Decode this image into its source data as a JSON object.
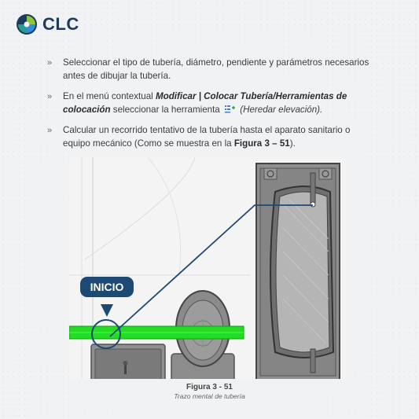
{
  "brand": {
    "name": "CLC",
    "colors": {
      "primary": "#1f3a5f",
      "accent_green": "#8cc63f",
      "accent_blue": "#2f8fd8"
    }
  },
  "bullets": [
    {
      "text": "Seleccionar el tipo de tubería, diámetro, pendiente y parámetros necesarios antes de dibujar la tubería."
    },
    {
      "pre": "En el menú contextual ",
      "bold_italic": "Modificar | Colocar Tubería/Herramientas de colocación",
      "mid": " seleccionar la herramienta ",
      "icon": "inherit-elevation-icon",
      "italic": "(Heredar elevación)."
    },
    {
      "pre": "Calcular un recorrido tentativo de la tubería hasta el aparato sanitario o equipo mecánico (Como se muestra en la ",
      "bold": "Figura 3 – 51",
      "post": ")."
    }
  ],
  "bullet_marker": "»",
  "figure": {
    "callout": "INICIO",
    "title": "Figura 3 - 51",
    "subtitle": "Trazo mental de tubería",
    "pipe_color": "#22dd22",
    "callout_color": "#1d4a75"
  }
}
